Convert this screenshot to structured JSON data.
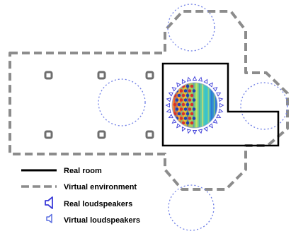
{
  "legend": {
    "real_room": "Real room",
    "virtual_environment": "Virtual environment",
    "real_loudspeakers": "Real loudspeakers",
    "virtual_loudspeakers": "Virtual loudspeakers"
  },
  "colors": {
    "real_room": "#000000",
    "virtual_environment": "#8c8c8c",
    "real_loudspeaker": "#3a3ad8",
    "virtual_loudspeaker": "#5b6ee0",
    "pillar": "#6e6e6e"
  },
  "icons": [
    "loudspeaker-icon",
    "pillar-icon",
    "sound-field-image"
  ]
}
